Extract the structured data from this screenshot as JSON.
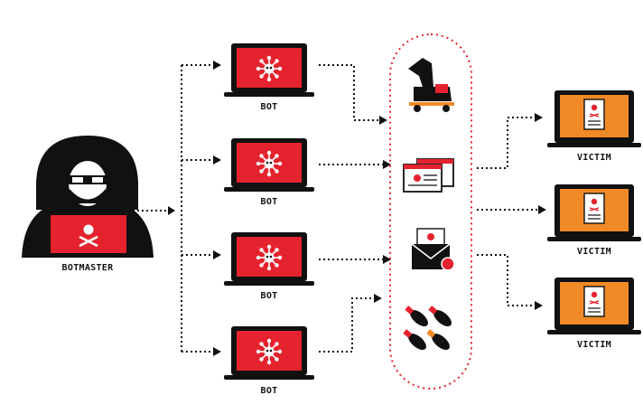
{
  "labels": {
    "botmaster": "BOTMASTER",
    "bots": [
      "BOT",
      "BOT",
      "BOT",
      "BOT"
    ],
    "victims": [
      "VICTIM",
      "VICTIM",
      "VICTIM"
    ]
  },
  "colors": {
    "bot_screen": "#e4232e",
    "victim_screen": "#f08a26",
    "outline": "#111111",
    "dotted_container": "#e4232e"
  },
  "icons": {
    "botmaster": "hooded-hacker-icon",
    "bot": "virus-laptop-icon",
    "victim": "infected-document-laptop-icon",
    "attacks": [
      "trojan-horse-icon",
      "spam-windows-icon",
      "malicious-email-icon",
      "bomb-icon"
    ]
  }
}
